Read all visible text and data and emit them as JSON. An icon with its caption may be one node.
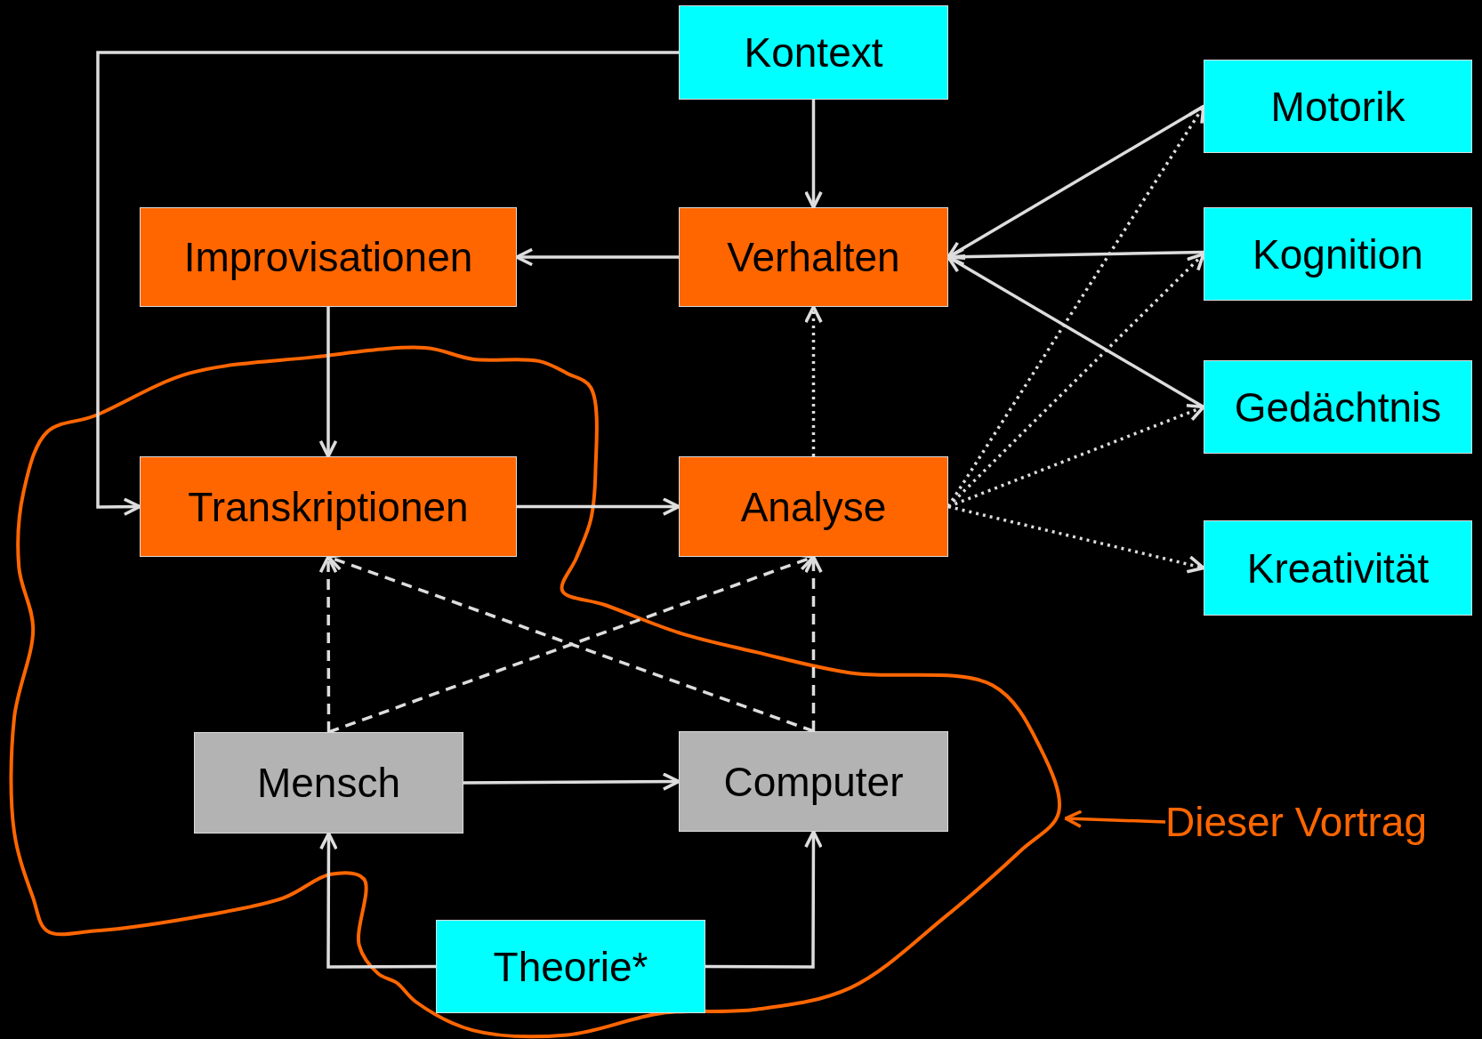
{
  "diagram": {
    "nodes": [
      {
        "text": [
          "Kontext"
        ]
      },
      {
        "text": [
          "Motorik"
        ]
      },
      {
        "text": [
          "Improvisationen"
        ]
      },
      {
        "text": [
          "Verhalten"
        ]
      },
      {
        "text": [
          "Kognition"
        ]
      },
      {
        "text": [
          "Gedächtnis"
        ]
      },
      {
        "text": [
          "Transkriptionen"
        ]
      },
      {
        "text": [
          "Analyse"
        ]
      },
      {
        "text": [
          "Kreativität"
        ]
      },
      {
        "text": [
          "Mensch"
        ]
      },
      {
        "text": [
          "Computer"
        ]
      },
      {
        "text": [
          "Theorie*"
        ]
      },
      {
        "text": [
          "Dieser Vortrag"
        ]
      }
    ],
    "edges": [
      {
        "from": 0,
        "to": 6,
        "arrow": "to"
      },
      {
        "from": 0,
        "to": 3,
        "arrow": "to"
      },
      {
        "from": 3,
        "to": 2,
        "arrow": "to"
      },
      {
        "from": 2,
        "to": 6,
        "arrow": "to"
      },
      {
        "from": 6,
        "to": 7,
        "arrow": "to"
      },
      {
        "from": 7,
        "to": 3,
        "arrow": "to",
        "style": "dashed"
      },
      {
        "from": 1,
        "to": 3,
        "arrow": "to"
      },
      {
        "from": 4,
        "to": 3,
        "arrow": "to"
      },
      {
        "from": 5,
        "to": 3,
        "arrow": "to"
      },
      {
        "from": 7,
        "to": 1,
        "arrow": "to",
        "style": "dashed"
      },
      {
        "from": 7,
        "to": 4,
        "arrow": "to",
        "style": "dashed"
      },
      {
        "from": 7,
        "to": 5,
        "arrow": "to",
        "style": "dashed"
      },
      {
        "from": 7,
        "to": 8,
        "arrow": "to",
        "style": "dashed"
      },
      {
        "from": 9,
        "to": 6,
        "arrow": "to",
        "style": "dashed"
      },
      {
        "from": 9,
        "to": 7,
        "arrow": "to",
        "style": "dashed"
      },
      {
        "from": 10,
        "to": 6,
        "arrow": "to",
        "style": "dashed"
      },
      {
        "from": 10,
        "to": 7,
        "arrow": "to",
        "style": "dashed"
      },
      {
        "from": 9,
        "to": 10,
        "arrow": "to"
      },
      {
        "from": 11,
        "to": 9,
        "arrow": "to"
      },
      {
        "from": 11,
        "to": 10,
        "arrow": "to"
      },
      {
        "from": 12,
        "to": null,
        "arrow": "to",
        "color": "#ff6600"
      }
    ]
  }
}
